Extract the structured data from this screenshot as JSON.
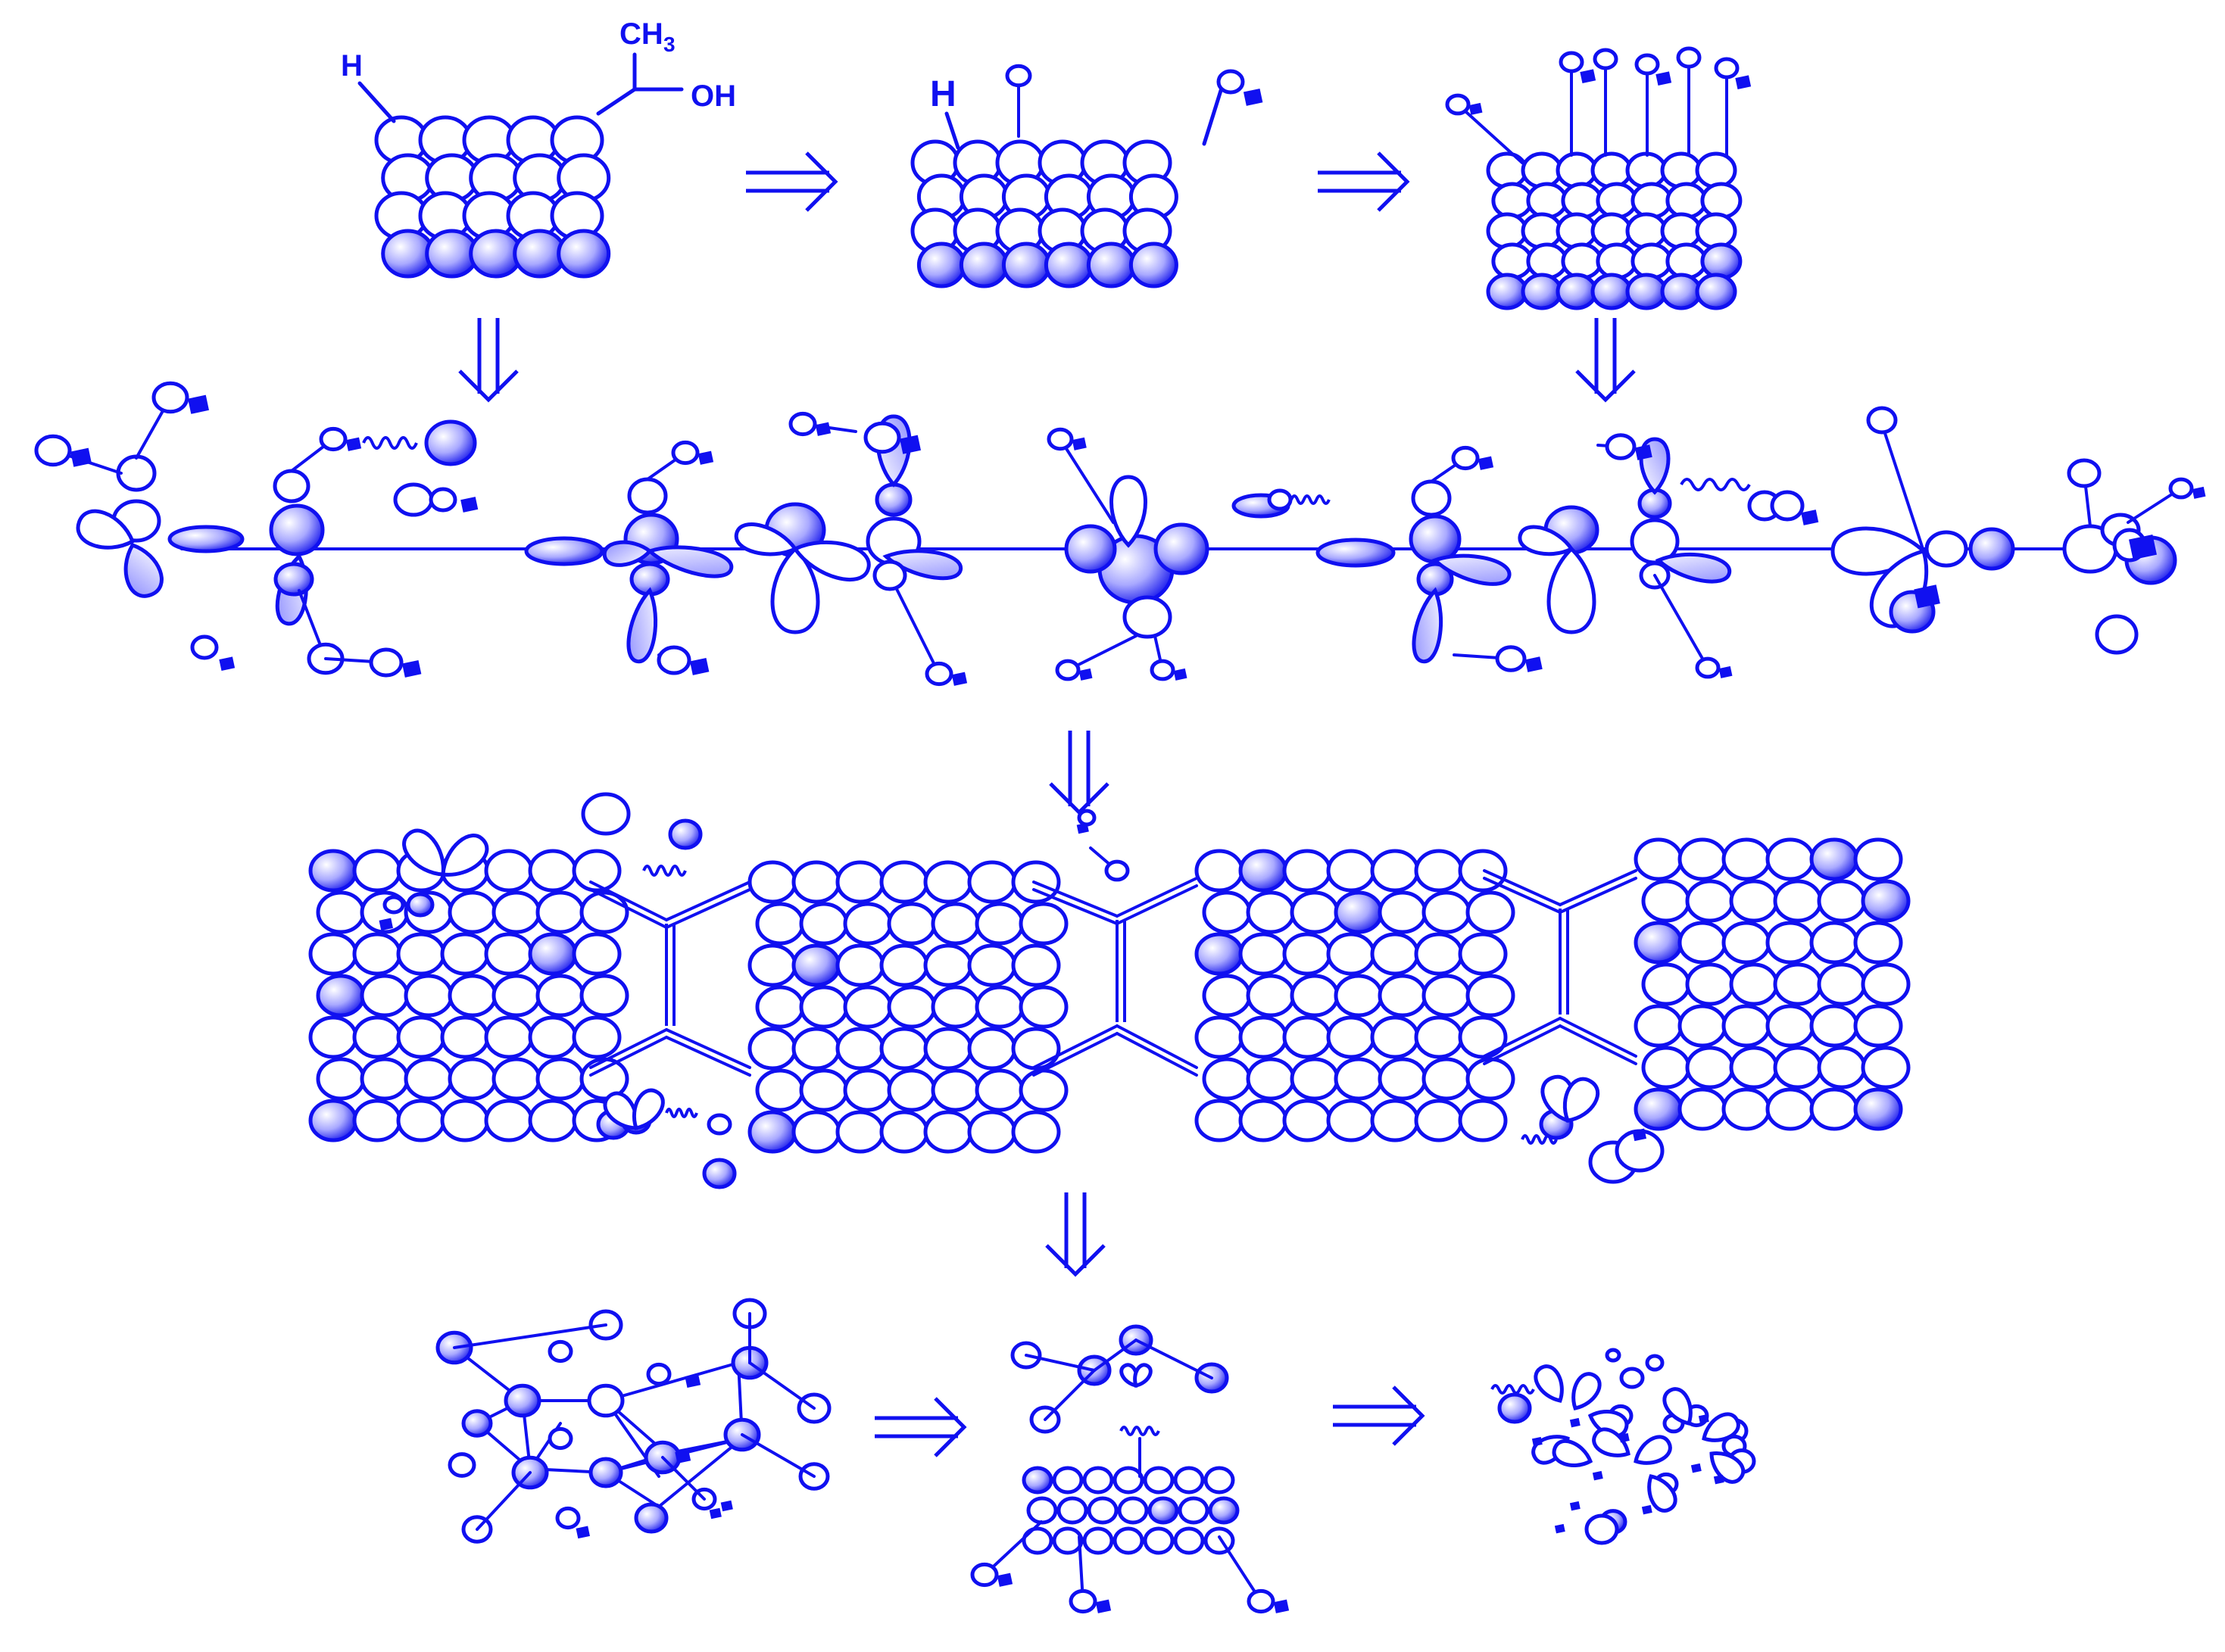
{
  "labels": {
    "hydrogen": "H",
    "methyl": "CH",
    "methyl_sub": "3",
    "hydroxyl": "OH",
    "hydrogen_2": "H"
  },
  "colors": {
    "ink": "#1010f0",
    "shade": "#b9b9ff",
    "highlight": "#ffffff",
    "background": "#ffffff"
  },
  "icons": {
    "arrow": "double-line-arrow",
    "atom": "circle",
    "filled_atom": "shaded-sphere",
    "orbital": "lobe",
    "radical": "small-filled-square"
  }
}
